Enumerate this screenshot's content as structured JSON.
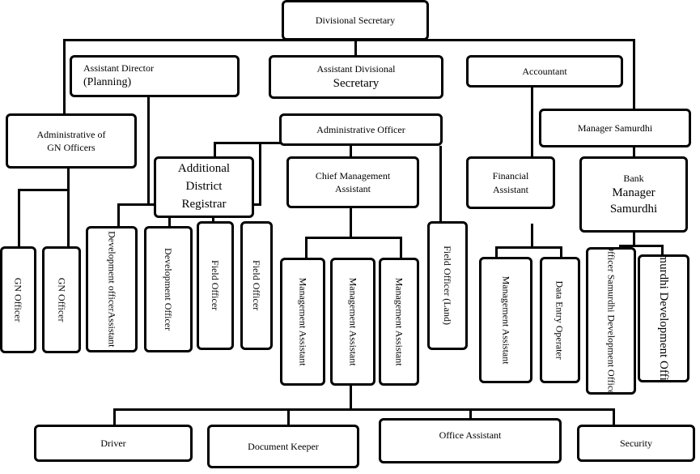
{
  "top": {
    "label": "Divisional Secretary"
  },
  "level1": {
    "assistant_director_line1": "Assistant Director",
    "assistant_director_line2": "(Planning)",
    "assistant_divisional_line1": "Assistant Divisional",
    "assistant_divisional_line2": "Secretary",
    "accountant": "Accountant"
  },
  "level2": {
    "administrative_gn": "Administrative of\nGN Officers",
    "administrative_officer": "Administrative Officer",
    "manager_samurdhi": "Manager Samurdhi"
  },
  "level3": {
    "additional_district_registrar": "Additional\nDistrict\nRegistrar",
    "chief_management_assistant": "Chief Management\nAssistant",
    "financial_assistant": "Financial\nAssistant",
    "bank_label": "Bank",
    "bank_manager_samurdhi": "Manager\nSamurdhi"
  },
  "vertical_boxes": {
    "gn_officer_1": "GN Officer",
    "gn_officer_2": "GN Officer",
    "development_officer_assistant": "Development\nofficerAssistant",
    "development_officer": "Development Officer",
    "field_officer_1": "Field Officer",
    "field_officer_2": "Field Officer",
    "management_assistant_1": "Management Assistant",
    "management_assistant_2": "Management Assistant",
    "management_assistant_3": "Management Assistant",
    "field_officer_land": "Field Officer (Land)",
    "management_assistant_4": "Management Assistant",
    "data_entry_operater": "Data Entry Operater",
    "samurdhi_development_officer_a": "Officer\nSamurdhi Development\nOfficer",
    "samurdhi_development_officer_b": "Samurdhi\nDevelopment\nOfficer"
  },
  "bottom": {
    "driver": "Driver",
    "document_keeper": "Document Keeper",
    "office_assistant": "Office Assistant",
    "security": "Security"
  }
}
